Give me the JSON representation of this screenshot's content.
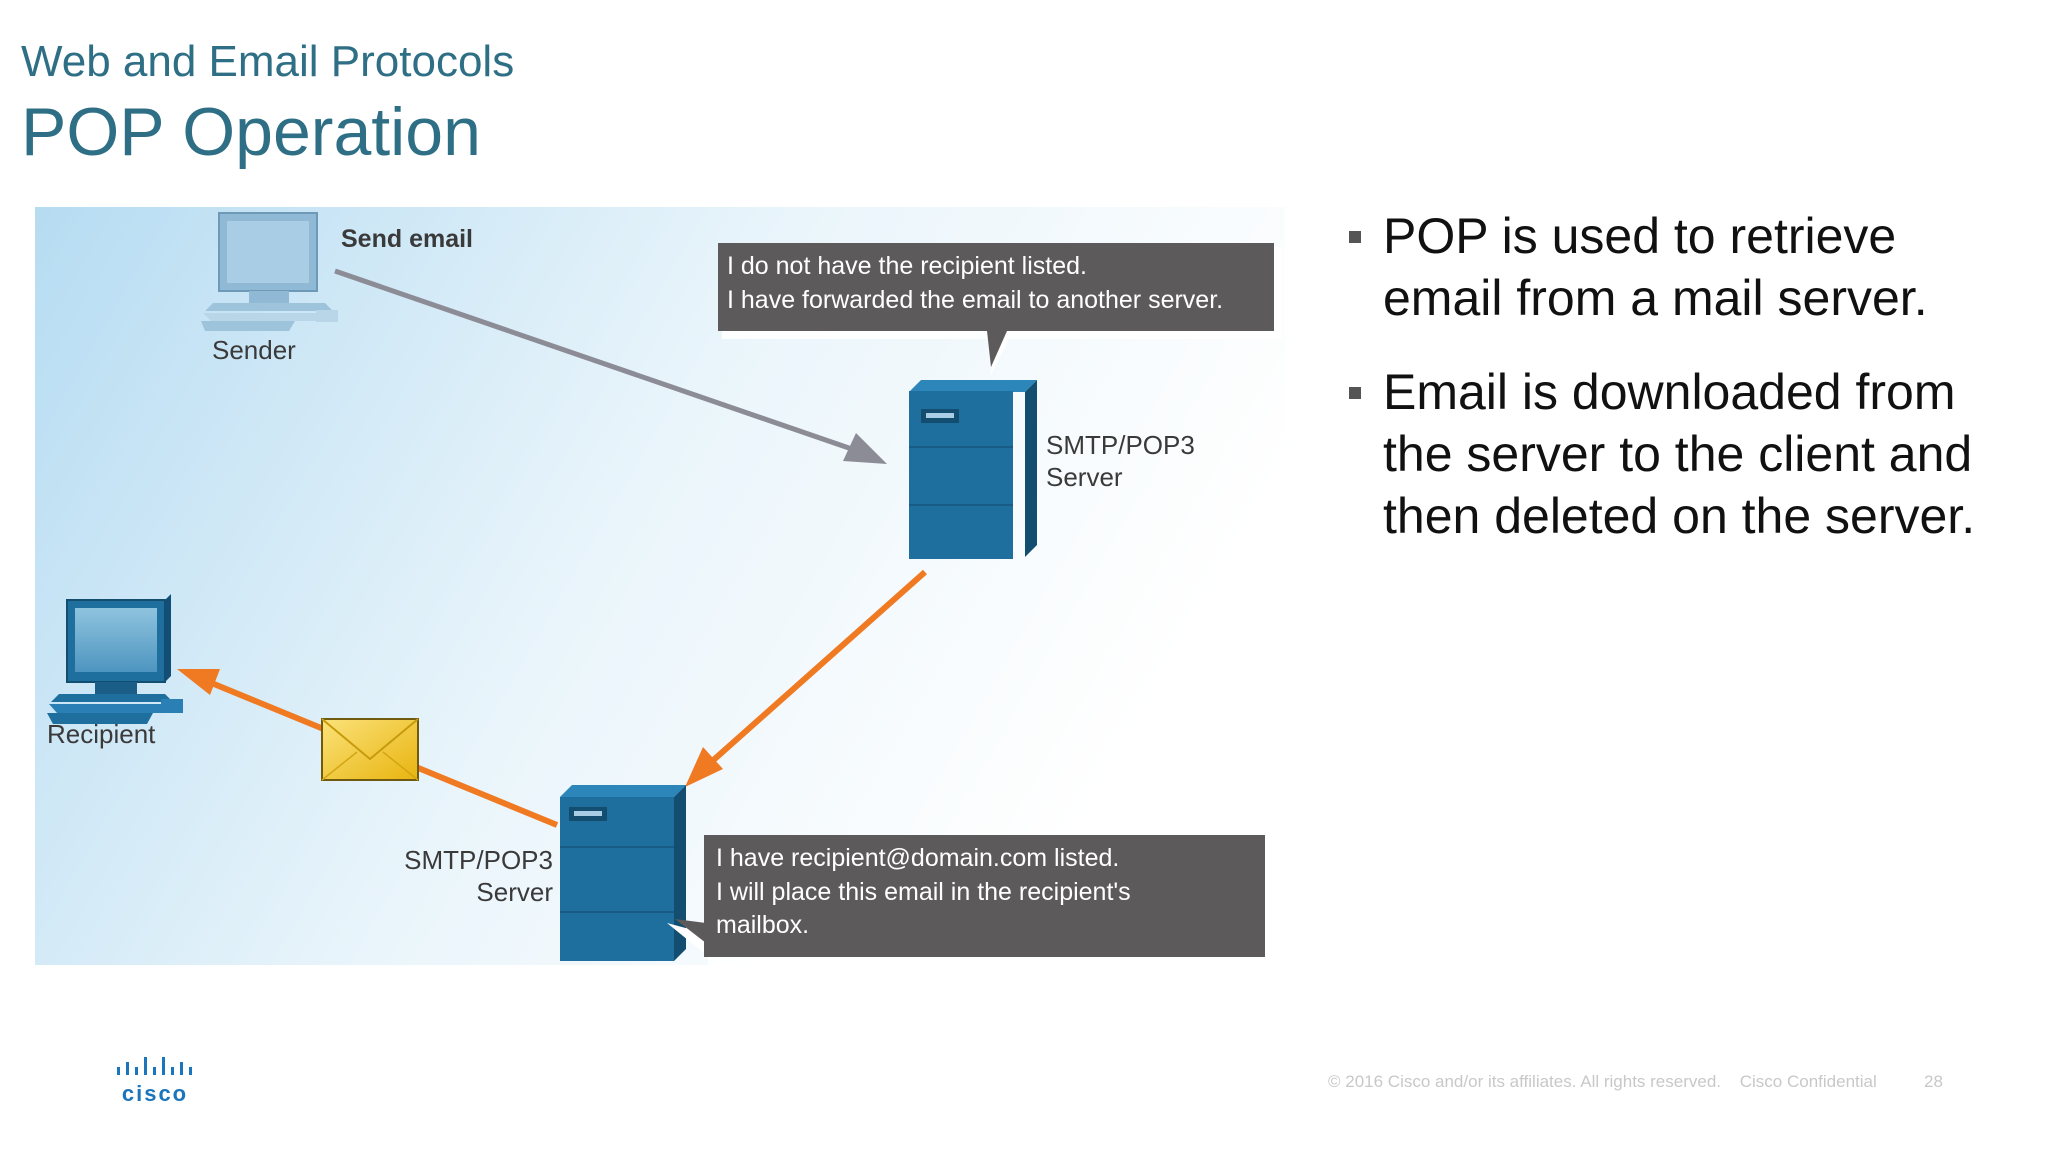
{
  "header": {
    "subtitle": "Web and Email Protocols",
    "title": "POP Operation"
  },
  "diagram": {
    "sender_label": "Sender",
    "send_email_label": "Send email",
    "recipient_label": "Recipient",
    "server_top_label": [
      "SMTP/POP3",
      "Server"
    ],
    "server_bottom_label": [
      "SMTP/POP3",
      "Server"
    ],
    "callout_top": [
      "I do not have the recipient listed.",
      "I have forwarded the email to another server."
    ],
    "callout_bottom": [
      "I have recipient@domain.com listed.",
      "I will place this email in the recipient's",
      "mailbox."
    ],
    "colors": {
      "server": "#1f6f9e",
      "arrow_orange": "#f07a22",
      "arrow_gray": "#8c8c96",
      "callout": "#5d5a5c",
      "envelope": "#f3c21b"
    }
  },
  "bullets": [
    "POP is used to retrieve email from a mail server.",
    "Email is downloaded from the server to the client and then deleted on the server."
  ],
  "footer": {
    "logo": "cisco",
    "copyright": "© 2016  Cisco and/or its affiliates. All rights reserved.",
    "confidential": "Cisco Confidential",
    "page": "28"
  }
}
